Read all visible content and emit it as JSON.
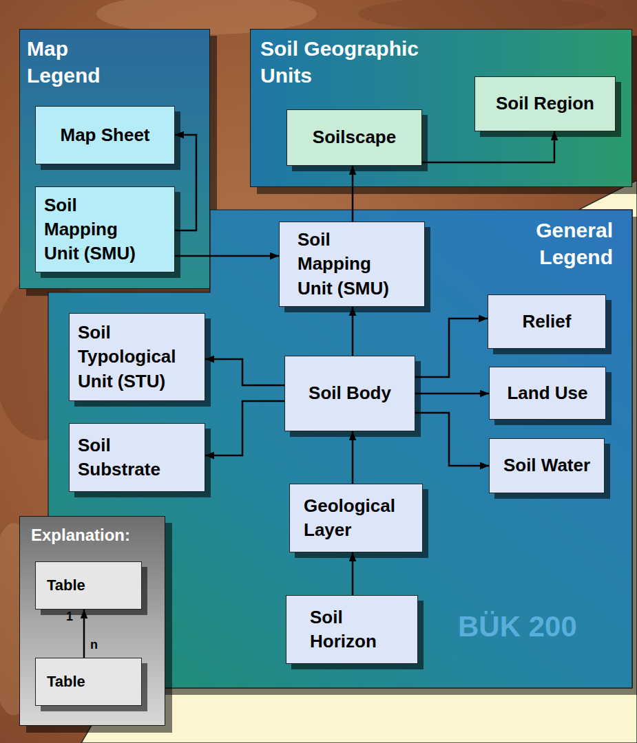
{
  "diagram": {
    "nodes": [
      {
        "text": [
          "Map Legend"
        ]
      },
      {
        "text": [
          "Map Sheet"
        ],
        "in": 0
      },
      {
        "text": [
          "Soil Mapping Unit (SMU)"
        ],
        "in": 0
      },
      {
        "text": [
          "Soil Geographic Units"
        ]
      },
      {
        "text": [
          "Soilscape"
        ],
        "in": 3
      },
      {
        "text": [
          "Soil Region"
        ],
        "in": 3
      },
      {
        "text": [
          "General Legend"
        ]
      },
      {
        "text": [
          "Soil Mapping Unit (SMU)"
        ],
        "in": 6
      },
      {
        "text": [
          "Relief"
        ],
        "in": 6
      },
      {
        "text": [
          "Soil Typological Unit (STU)"
        ],
        "in": 6
      },
      {
        "text": [
          "Soil Body"
        ],
        "in": 6
      },
      {
        "text": [
          "Land Use"
        ],
        "in": 6
      },
      {
        "text": [
          "Soil Substrate"
        ],
        "in": 6
      },
      {
        "text": [
          "Soil Water"
        ],
        "in": 6
      },
      {
        "text": [
          "Geological Layer"
        ],
        "in": 6
      },
      {
        "text": [
          "Soil Horizon"
        ],
        "in": 6
      },
      {
        "text": [
          "Explanation:"
        ]
      },
      {
        "text": [
          "Table"
        ],
        "in": 16
      },
      {
        "text": [
          "Table"
        ],
        "in": 16
      }
    ],
    "edges": [
      {
        "from": 2,
        "to": 1,
        "arrow": "to"
      },
      {
        "from": 2,
        "to": 7,
        "arrow": "to"
      },
      {
        "from": 7,
        "to": 4,
        "arrow": "to"
      },
      {
        "from": 4,
        "to": 5,
        "arrow": "to"
      },
      {
        "from": 10,
        "to": 7,
        "arrow": "to"
      },
      {
        "from": 10,
        "to": 9,
        "arrow": "to"
      },
      {
        "from": 10,
        "to": 12,
        "arrow": "to"
      },
      {
        "from": 10,
        "to": 8,
        "arrow": "to"
      },
      {
        "from": 10,
        "to": 11,
        "arrow": "to"
      },
      {
        "from": 10,
        "to": 13,
        "arrow": "to"
      },
      {
        "from": 14,
        "to": 10,
        "arrow": "to"
      },
      {
        "from": 15,
        "to": 14,
        "arrow": "to"
      },
      {
        "from": 18,
        "to": 17,
        "arrow": "to"
      }
    ],
    "labels": [
      "BÜK 200",
      "1",
      "n"
    ]
  }
}
